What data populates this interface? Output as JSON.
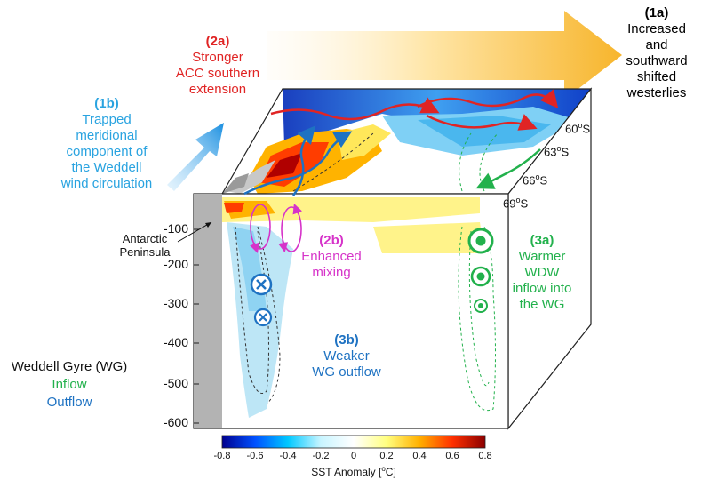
{
  "labels": {
    "l1a": {
      "id": "(1a)",
      "lines": [
        "Increased",
        "and",
        "southward",
        "shifted",
        "westerlies"
      ],
      "color": "#111111"
    },
    "l2a": {
      "id": "(2a)",
      "lines": [
        "Stronger",
        "ACC southern",
        "extension"
      ],
      "color": "#e02424"
    },
    "l1b": {
      "id": "(1b)",
      "lines": [
        "Trapped",
        "meridional",
        "component of",
        "the Weddell",
        "wind circulation"
      ],
      "color": "#29a3e0"
    },
    "l2b": {
      "id": "(2b)",
      "lines": [
        "Enhanced",
        "mixing"
      ],
      "color": "#d633c9"
    },
    "l3a": {
      "id": "(3a)",
      "lines": [
        "Warmer",
        "WDW",
        "inflow into",
        "the WG"
      ],
      "color": "#22b14c"
    },
    "l3b": {
      "id": "(3b)",
      "lines": [
        "Weaker",
        "WG outflow"
      ],
      "color": "#1e72c2"
    }
  },
  "peninsula": {
    "lines": [
      "Antarctic",
      "Peninsula"
    ]
  },
  "legend": {
    "title": "Weddell Gyre (WG)",
    "inflow": "Inflow",
    "outflow": "Outflow",
    "inflow_color": "#22b14c",
    "outflow_color": "#1e72c2"
  },
  "latitudes": [
    {
      "deg": "60",
      "suffix": "S"
    },
    {
      "deg": "63",
      "suffix": "S"
    },
    {
      "deg": "66",
      "suffix": "S"
    },
    {
      "deg": "69",
      "suffix": "S"
    }
  ],
  "depth_axis": {
    "ticks": [
      "-100",
      "-200",
      "-300",
      "-400",
      "-500",
      "-600"
    ]
  },
  "colorbar": {
    "label": "SST Anomaly [",
    "unit_sup": "o",
    "unit_end": "C]",
    "ticks": [
      "-0.8",
      "-0.6",
      "-0.4",
      "-0.2",
      "0",
      "0.2",
      "0.4",
      "0.6",
      "0.8"
    ],
    "colors": [
      "#00008f",
      "#0050ff",
      "#00c8ff",
      "#c8f5ff",
      "#ffffff",
      "#ffff80",
      "#ffb000",
      "#ff3000",
      "#8b0000"
    ]
  }
}
